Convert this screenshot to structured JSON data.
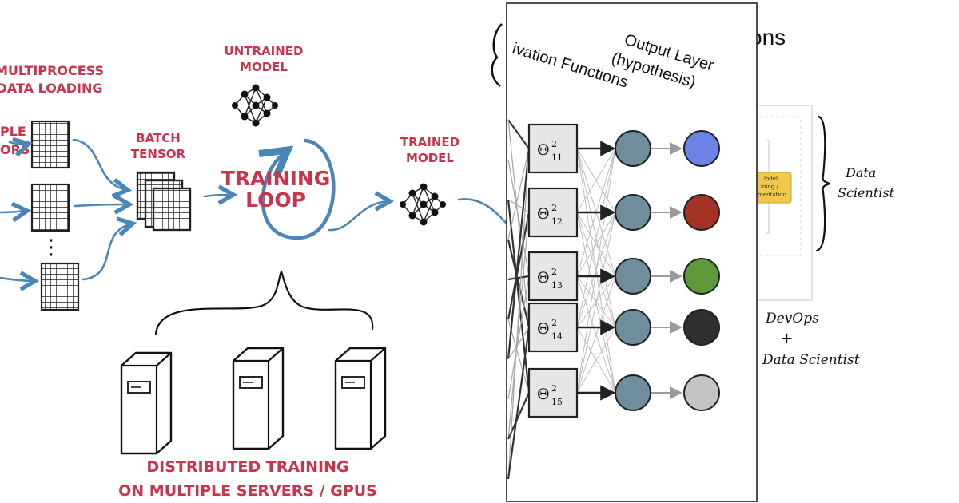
{
  "left_panel": {
    "multiprocess_label": [
      "MULTIPROCESS",
      "DATA LOADING"
    ],
    "sample_tensors_label": [
      "PLE",
      "ORS"
    ],
    "ellipsis": "⋮",
    "batch_tensor_label": [
      "BATCH",
      "TENSOR"
    ],
    "untrained_model_label": [
      "UNTRAINED",
      "MODEL"
    ],
    "training_loop_label": [
      "TRAINING",
      "LOOP"
    ],
    "trained_model_label": [
      "TRAINED",
      "MODEL"
    ],
    "distributed_label": [
      "DISTRIBUTED TRAINING",
      "ON MULTIPLE SERVERS / GPUS"
    ]
  },
  "middle_panel": {
    "header_activation": "ivation Functions",
    "header_output": [
      "Output Layer",
      "(hypothesis)"
    ],
    "thetas": [
      {
        "sup": "2",
        "sub": "11"
      },
      {
        "sup": "2",
        "sub": "12"
      },
      {
        "sup": "2",
        "sub": "13"
      },
      {
        "sup": "2",
        "sub": "14"
      },
      {
        "sup": "2",
        "sub": "15"
      }
    ],
    "output_colors": [
      "#6b82e6",
      "#a23324",
      "#5e9a3a",
      "#2f2f2f",
      "#c4c4c4"
    ],
    "hidden_node_color": "#6f8d9c"
  },
  "right_panel": {
    "title_fragment": "ons",
    "box_text": [
      "lodel",
      "ining /",
      "mentation"
    ],
    "data_scientist_label": [
      "Data",
      "Scientist"
    ],
    "devops_label": [
      "DevOps",
      "+",
      "Data Scientist"
    ],
    "box_fill": "#f2c84b"
  }
}
